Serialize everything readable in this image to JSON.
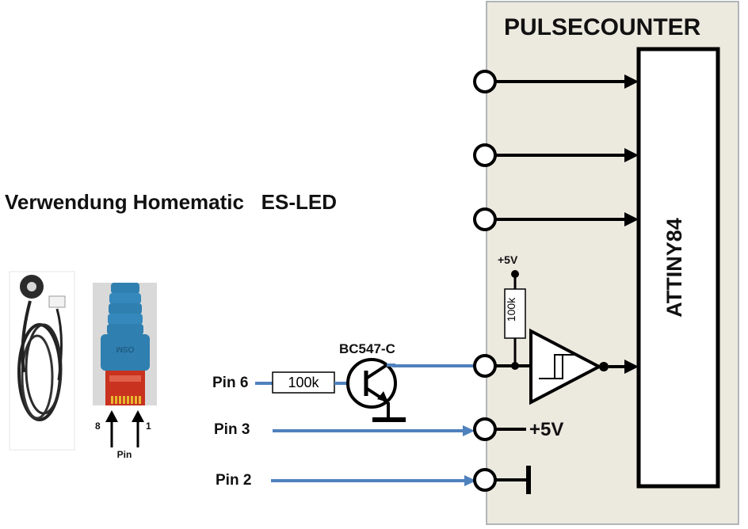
{
  "title": "Verwendung Homematic   ES-LED",
  "device": {
    "name": "PULSECOUNTER",
    "chip": "ATTINY84"
  },
  "sensor_photo": {
    "connector_pin_left": "8",
    "connector_pin_right": "1",
    "pin_caption": "Pin",
    "connector_marking": "OSM"
  },
  "pins": {
    "pin6": "Pin 6",
    "pin3": "Pin 3",
    "pin2": "Pin 2"
  },
  "components": {
    "base_resistor": "100k",
    "transistor": "BC547-C",
    "pullup_resistor": "100k",
    "pullup_supply": "+5V",
    "supply_label": "+5V"
  },
  "colors": {
    "wire_blue": "#4f81bd",
    "panel_fill": "#ece9df",
    "panel_border": "#9aa0a6",
    "connector_blue": "#2f7fb0",
    "connector_red": "#c8321e"
  }
}
